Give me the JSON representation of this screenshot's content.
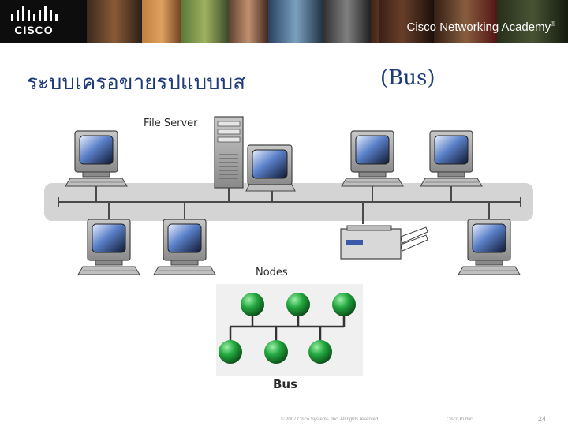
{
  "header": {
    "logo_text": "CISCO",
    "academy_text": "Cisco Networking Academy",
    "academy_mark": "®"
  },
  "slide": {
    "title_thai": "ระบบเครอขายรปแบบบส",
    "title_latin": "(Bus)"
  },
  "diagram": {
    "file_server_label": "File Server",
    "nodes_label": "Nodes",
    "bus_label": "Bus"
  },
  "footer": {
    "copyright": "© 2007 Cisco Systems, Inc. All rights reserved.",
    "classification": "Cisco Public",
    "page_number": "24"
  },
  "colors": {
    "title": "#1f3a78",
    "node_green": "#1f9a3a",
    "bus_gray": "#d4d4d4"
  }
}
